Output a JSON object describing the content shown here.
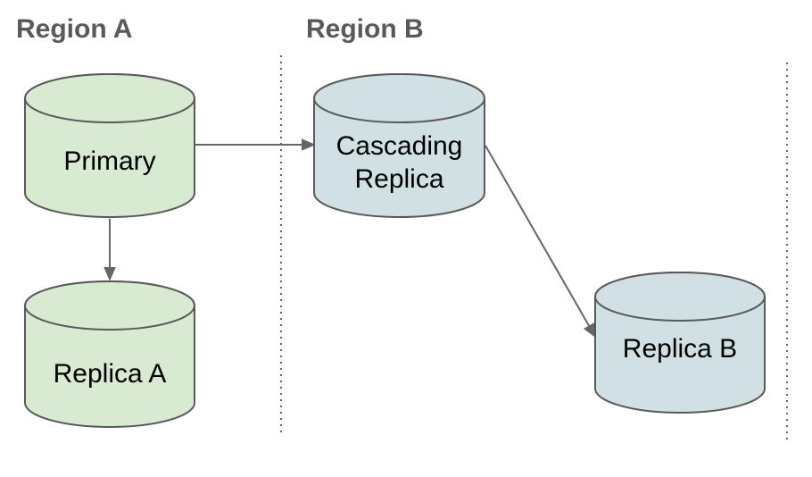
{
  "diagram": {
    "type": "database-replication-topology",
    "regions": [
      {
        "id": "region-a",
        "label": "Region A"
      },
      {
        "id": "region-b",
        "label": "Region B"
      }
    ],
    "nodes": [
      {
        "id": "primary",
        "label": "Primary",
        "shape": "database-cylinder",
        "region": "Region A",
        "fill": "#d9ead3"
      },
      {
        "id": "replica-a",
        "label": "Replica A",
        "shape": "database-cylinder",
        "region": "Region A",
        "fill": "#d9ead3"
      },
      {
        "id": "cascading-replica",
        "label": "Cascading Replica",
        "label_lines": [
          "Cascading",
          "Replica"
        ],
        "shape": "database-cylinder",
        "region": "Region B",
        "fill": "#d0e0e3"
      },
      {
        "id": "replica-b",
        "label": "Replica B",
        "shape": "database-cylinder",
        "region": "Region B",
        "fill": "#d0e0e3"
      }
    ],
    "edges": [
      {
        "from": "Primary",
        "to": "Cascading Replica",
        "style": "solid-arrow"
      },
      {
        "from": "Primary",
        "to": "Replica A",
        "style": "solid-arrow"
      },
      {
        "from": "Cascading Replica",
        "to": "Replica B",
        "style": "solid-arrow"
      }
    ],
    "separators": [
      {
        "id": "left",
        "style": "dotted-vertical"
      },
      {
        "id": "right",
        "style": "dotted-vertical"
      }
    ],
    "colors": {
      "background": "#ffffff",
      "region_label_text": "#595959",
      "node_label_text": "#000000",
      "green_node_fill": "#d9ead3",
      "blue_node_fill": "#d0e0e3",
      "shape_stroke": "#595959",
      "arrow": "#666666",
      "separator": "#666666"
    }
  }
}
